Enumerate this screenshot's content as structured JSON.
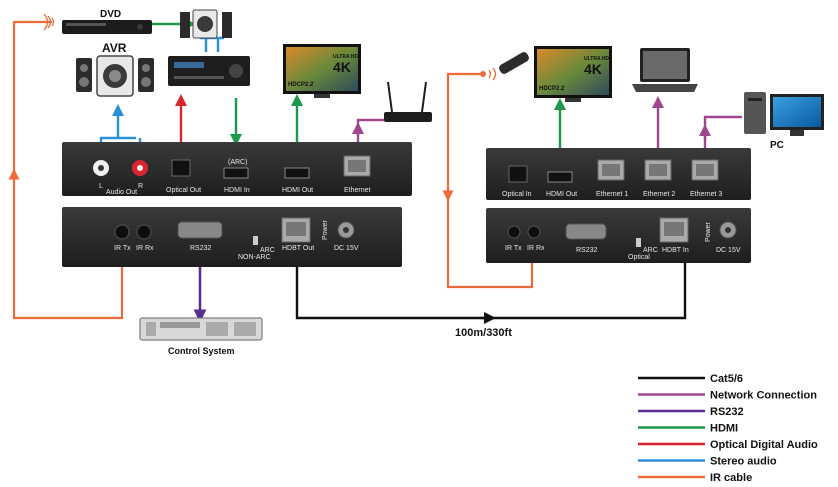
{
  "labels": {
    "dvd": "DVD",
    "avr": "AVR",
    "pc": "PC",
    "control_system": "Control System",
    "distance": "100m/330ft",
    "hdcp": "HDCP2.2",
    "fourk": "4K",
    "ultra_hd": "ULTRA HD"
  },
  "tx_top": {
    "audio_out": "Audio Out",
    "audio_l": "L",
    "audio_r": "R",
    "optical_out": "Optical Out",
    "arc": "(ARC)",
    "hdmi_in": "HDMI In",
    "hdmi_out": "HDMI Out",
    "ethernet": "Ethernet"
  },
  "tx_bottom": {
    "ir_tx": "IR Tx",
    "ir_rx": "IR Rx",
    "rs232": "RS232",
    "arc": "ARC",
    "non_arc": "NON-ARC",
    "hdbt_out": "HDBT Out",
    "power": "Power",
    "dc": "DC 15V"
  },
  "rx_top": {
    "optical_in": "Optical In",
    "hdmi_out": "HDMI Out",
    "ethernet1": "Ethernet 1",
    "ethernet2": "Ethernet 2",
    "ethernet3": "Ethernet 3"
  },
  "rx_bottom": {
    "ir_tx": "IR Tx",
    "ir_rx": "IR Rx",
    "rs232": "RS232",
    "arc": "ARC",
    "optical": "Optical",
    "hdbt_in": "HDBT In",
    "power": "Power",
    "dc": "DC 15V"
  },
  "legend": [
    {
      "label": "Cat5/6",
      "color": "#111111"
    },
    {
      "label": "Network Connection",
      "color": "#a0468f"
    },
    {
      "label": "RS232",
      "color": "#5a2d91"
    },
    {
      "label": "HDMI",
      "color": "#1a9a4a"
    },
    {
      "label": "Optical Digital Audio",
      "color": "#d9262e"
    },
    {
      "label": "Stereo audio",
      "color": "#2a8fd6"
    },
    {
      "label": "IR cable",
      "color": "#ee6a3a"
    }
  ]
}
